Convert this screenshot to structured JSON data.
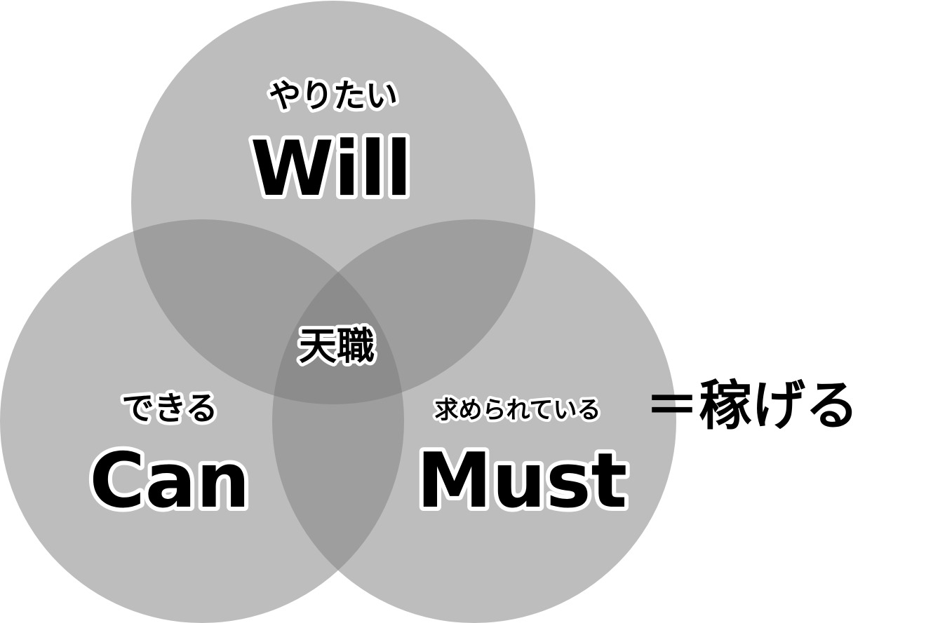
{
  "diagram": {
    "will": {
      "jp": "やりたい",
      "en": "Will"
    },
    "can": {
      "jp": "できる",
      "en": "Can"
    },
    "must": {
      "jp": "求められている",
      "en": "Must"
    },
    "center": "天職",
    "side_note": "＝稼げる"
  },
  "colors": {
    "circle_fill": "#bdbdbd",
    "overlap_pair": "#9e9e9e",
    "overlap_center": "#8c8c8c",
    "text": "#000000",
    "text_halo": "#ffffff"
  }
}
